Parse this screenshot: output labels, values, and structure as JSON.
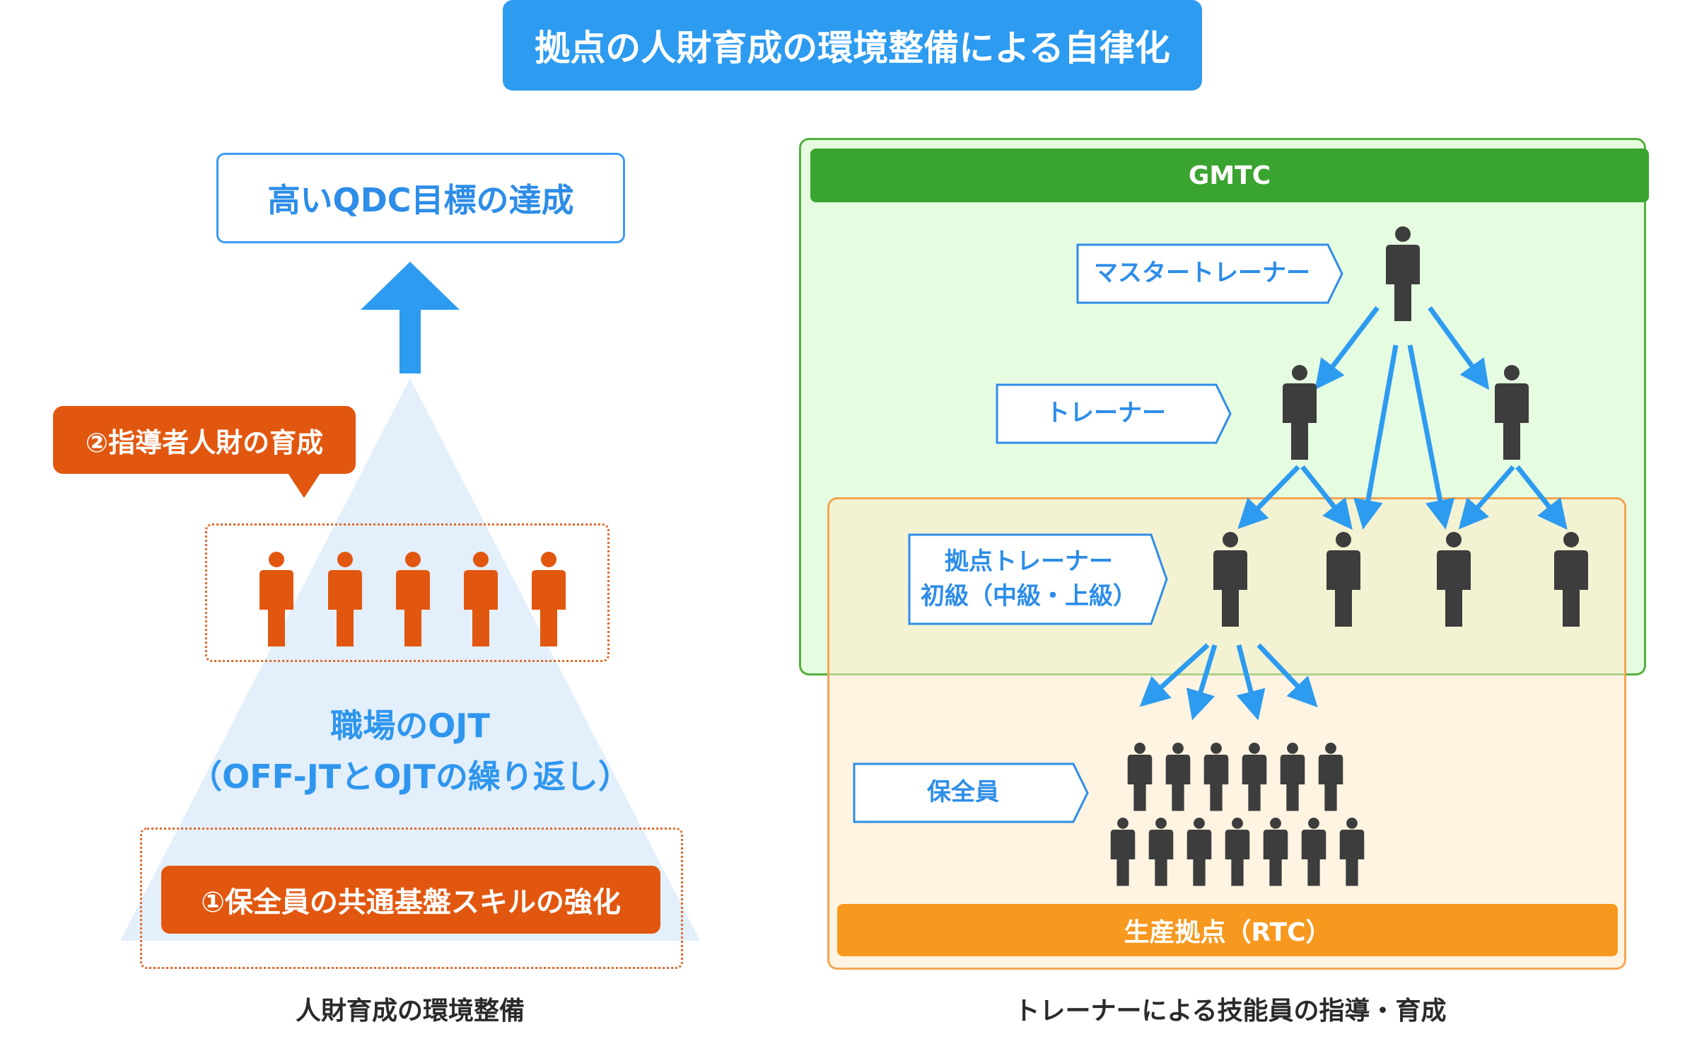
{
  "title": "拠点の人財育成の環境整備による自律化",
  "left": {
    "goal": "高いQDC目標の達成",
    "callout": "②指導者人財の育成",
    "ojt_line1": "職場のOJT",
    "ojt_line2": "（OFF-JTとOJTの繰り返し）",
    "skill": "①保全員の共通基盤スキルの強化",
    "caption": "人財育成の環境整備"
  },
  "right": {
    "gmtc": "GMTC",
    "master_trainer": "マスタートレーナー",
    "trainer": "トレーナー",
    "base_trainer_line1": "拠点トレーナー",
    "base_trainer_line2": "初級（中級・上級）",
    "maintenance": "保全員",
    "rtc": "生産拠点（RTC）",
    "caption": "トレーナーによる技能員の指導・育成"
  },
  "colors": {
    "blue": "#2d9bf0",
    "orange": "#e2570f",
    "green": "#3aa430",
    "amber": "#f7991f",
    "person_dark": "#3d3d3d"
  },
  "icons": [
    "person-icon",
    "arrow-up-icon",
    "arrow-icon"
  ]
}
